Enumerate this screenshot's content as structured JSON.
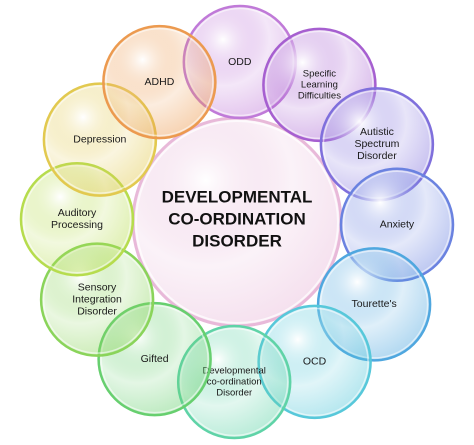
{
  "center": {
    "lines": [
      "DEVELOPMENTAL",
      "CO-ORDINATION",
      "DISORDER"
    ],
    "color": "#e8b9d9"
  },
  "ring": [
    {
      "lines": [
        "ODD"
      ],
      "color": "#c07ad8"
    },
    {
      "lines": [
        "Specific",
        "Learning",
        "Difficulties"
      ],
      "color": "#a65fd0"
    },
    {
      "lines": [
        "Autistic",
        "Spectrum",
        "Disorder"
      ],
      "color": "#7f6fdc"
    },
    {
      "lines": [
        "Anxiety"
      ],
      "color": "#6a82e0"
    },
    {
      "lines": [
        "Tourette's"
      ],
      "color": "#4fa7df"
    },
    {
      "lines": [
        "OCD"
      ],
      "color": "#57c8da"
    },
    {
      "lines": [
        "Developmental",
        "co-ordination",
        "Disorder"
      ],
      "color": "#5fd3a7"
    },
    {
      "lines": [
        "Gifted"
      ],
      "color": "#67cf6f"
    },
    {
      "lines": [
        "Sensory",
        "Integration",
        "Disorder"
      ],
      "color": "#8ad45a"
    },
    {
      "lines": [
        "Auditory",
        "Processing"
      ],
      "color": "#b6dc4d"
    },
    {
      "lines": [
        "Depression"
      ],
      "color": "#e2c94f"
    },
    {
      "lines": [
        "ADHD"
      ],
      "color": "#ec9a4f"
    }
  ]
}
